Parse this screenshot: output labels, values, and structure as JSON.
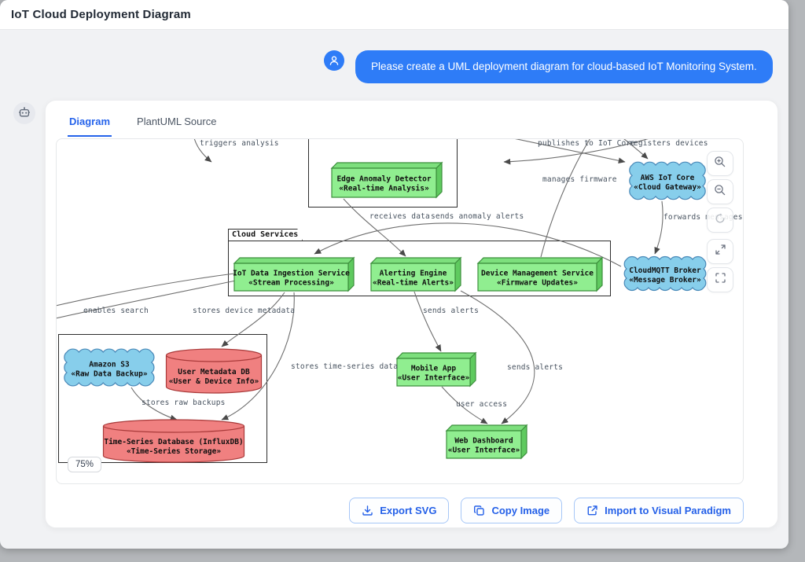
{
  "window_title": "IoT Cloud Deployment Diagram",
  "chat": {
    "message": "Please create a UML deployment diagram for cloud-based IoT Monitoring System."
  },
  "tabs": {
    "diagram": "Diagram",
    "source": "PlantUML Source"
  },
  "zoom_badge": "75%",
  "controls": [
    {
      "id": "zoom-in",
      "icon": "zoom-in-icon"
    },
    {
      "id": "zoom-out",
      "icon": "zoom-out-icon"
    },
    {
      "id": "reset-view",
      "icon": "reset-icon"
    },
    {
      "id": "expand",
      "icon": "expand-icon"
    },
    {
      "id": "fit-screen",
      "icon": "fit-screen-icon"
    }
  ],
  "diagram": {
    "package_label": "Cloud Services",
    "nodes": [
      {
        "id": "edge-anomaly-detector",
        "shape": "box3d",
        "color": "green",
        "title": "Edge Anomaly Detector",
        "stereotype": "«Real-time Analysis»"
      },
      {
        "id": "aws-iot-core",
        "shape": "cloud",
        "color": "blue",
        "title": "AWS IoT Core",
        "stereotype": "«Cloud Gateway»"
      },
      {
        "id": "cloudmqtt-broker",
        "shape": "cloud",
        "color": "blue",
        "title": "CloudMQTT Broker",
        "stereotype": "«Message Broker»"
      },
      {
        "id": "iot-data-ingestion",
        "shape": "box3d",
        "color": "green",
        "title": "IoT Data Ingestion Service",
        "stereotype": "«Stream Processing»"
      },
      {
        "id": "alerting-engine",
        "shape": "box3d",
        "color": "green",
        "title": "Alerting Engine",
        "stereotype": "«Real-time Alerts»"
      },
      {
        "id": "device-management",
        "shape": "box3d",
        "color": "green",
        "title": "Device Management Service",
        "stereotype": "«Firmware Updates»"
      },
      {
        "id": "amazon-s3",
        "shape": "cloud",
        "color": "blue",
        "title": "Amazon S3",
        "stereotype": "«Raw Data Backup»"
      },
      {
        "id": "user-metadata-db",
        "shape": "cylinder",
        "color": "red",
        "title": "User Metadata DB",
        "stereotype": "«User & Device Info»"
      },
      {
        "id": "time-series-db",
        "shape": "cylinder",
        "color": "red",
        "title": "Time-Series Database (InfluxDB)",
        "stereotype": "«Time-Series Storage»"
      },
      {
        "id": "mobile-app",
        "shape": "box3d",
        "color": "green",
        "title": "Mobile App",
        "stereotype": "«User Interface»"
      },
      {
        "id": "web-dashboard",
        "shape": "box3d",
        "color": "green",
        "title": "Web Dashboard",
        "stereotype": "«User Interface»"
      }
    ],
    "edge_labels": [
      {
        "id": "triggers-analysis",
        "text": "triggers analysis"
      },
      {
        "id": "publishes-to-iot-core",
        "text": "publishes to IoT Core"
      },
      {
        "id": "registers-devices",
        "text": "registers devices"
      },
      {
        "id": "manages-firmware",
        "text": "manages firmware"
      },
      {
        "id": "receives-data",
        "text": "receives data"
      },
      {
        "id": "sends-anomaly-alerts",
        "text": "sends anomaly alerts"
      },
      {
        "id": "forwards-messages",
        "text": "forwards messages"
      },
      {
        "id": "enables-search",
        "text": "enables search"
      },
      {
        "id": "stores-device-metadata",
        "text": "stores device metadata"
      },
      {
        "id": "stores-time-series-data",
        "text": "stores time-series data"
      },
      {
        "id": "sends-alerts-1",
        "text": "sends alerts"
      },
      {
        "id": "sends-alerts-2",
        "text": "sends alerts"
      },
      {
        "id": "user-access",
        "text": "user access"
      },
      {
        "id": "stores-raw-backups",
        "text": "stores raw backups"
      }
    ]
  },
  "footer": {
    "buttons": [
      {
        "id": "export-svg",
        "label": "Export SVG",
        "icon": "download-icon"
      },
      {
        "id": "copy-image",
        "label": "Copy Image",
        "icon": "copy-icon"
      },
      {
        "id": "import-vp",
        "label": "Import to Visual Paradigm",
        "icon": "external-link-icon"
      }
    ]
  },
  "colors": {
    "accent": "#2e7cf7",
    "tab_active": "#2563eb",
    "node_green": "#90EE90",
    "node_green_side": "#5fca5f",
    "node_green_top": "#7ddf7d",
    "node_green_border": "#3c8f3c",
    "node_blue": "#87CEEB",
    "node_blue_border": "#4a89b8",
    "node_red": "#F08080",
    "node_red_border": "#a93a3a",
    "edge_stroke": "#6e6e6e"
  }
}
